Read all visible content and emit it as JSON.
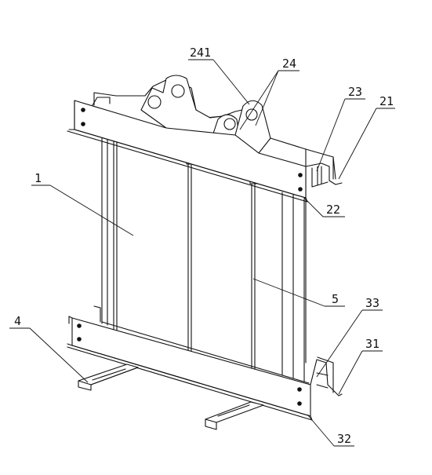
{
  "labels": {
    "l1": "1",
    "l4": "4",
    "l5": "5",
    "l21": "21",
    "l22": "22",
    "l23": "23",
    "l24": "24",
    "l241": "241",
    "l31": "31",
    "l32": "32",
    "l33": "33"
  }
}
